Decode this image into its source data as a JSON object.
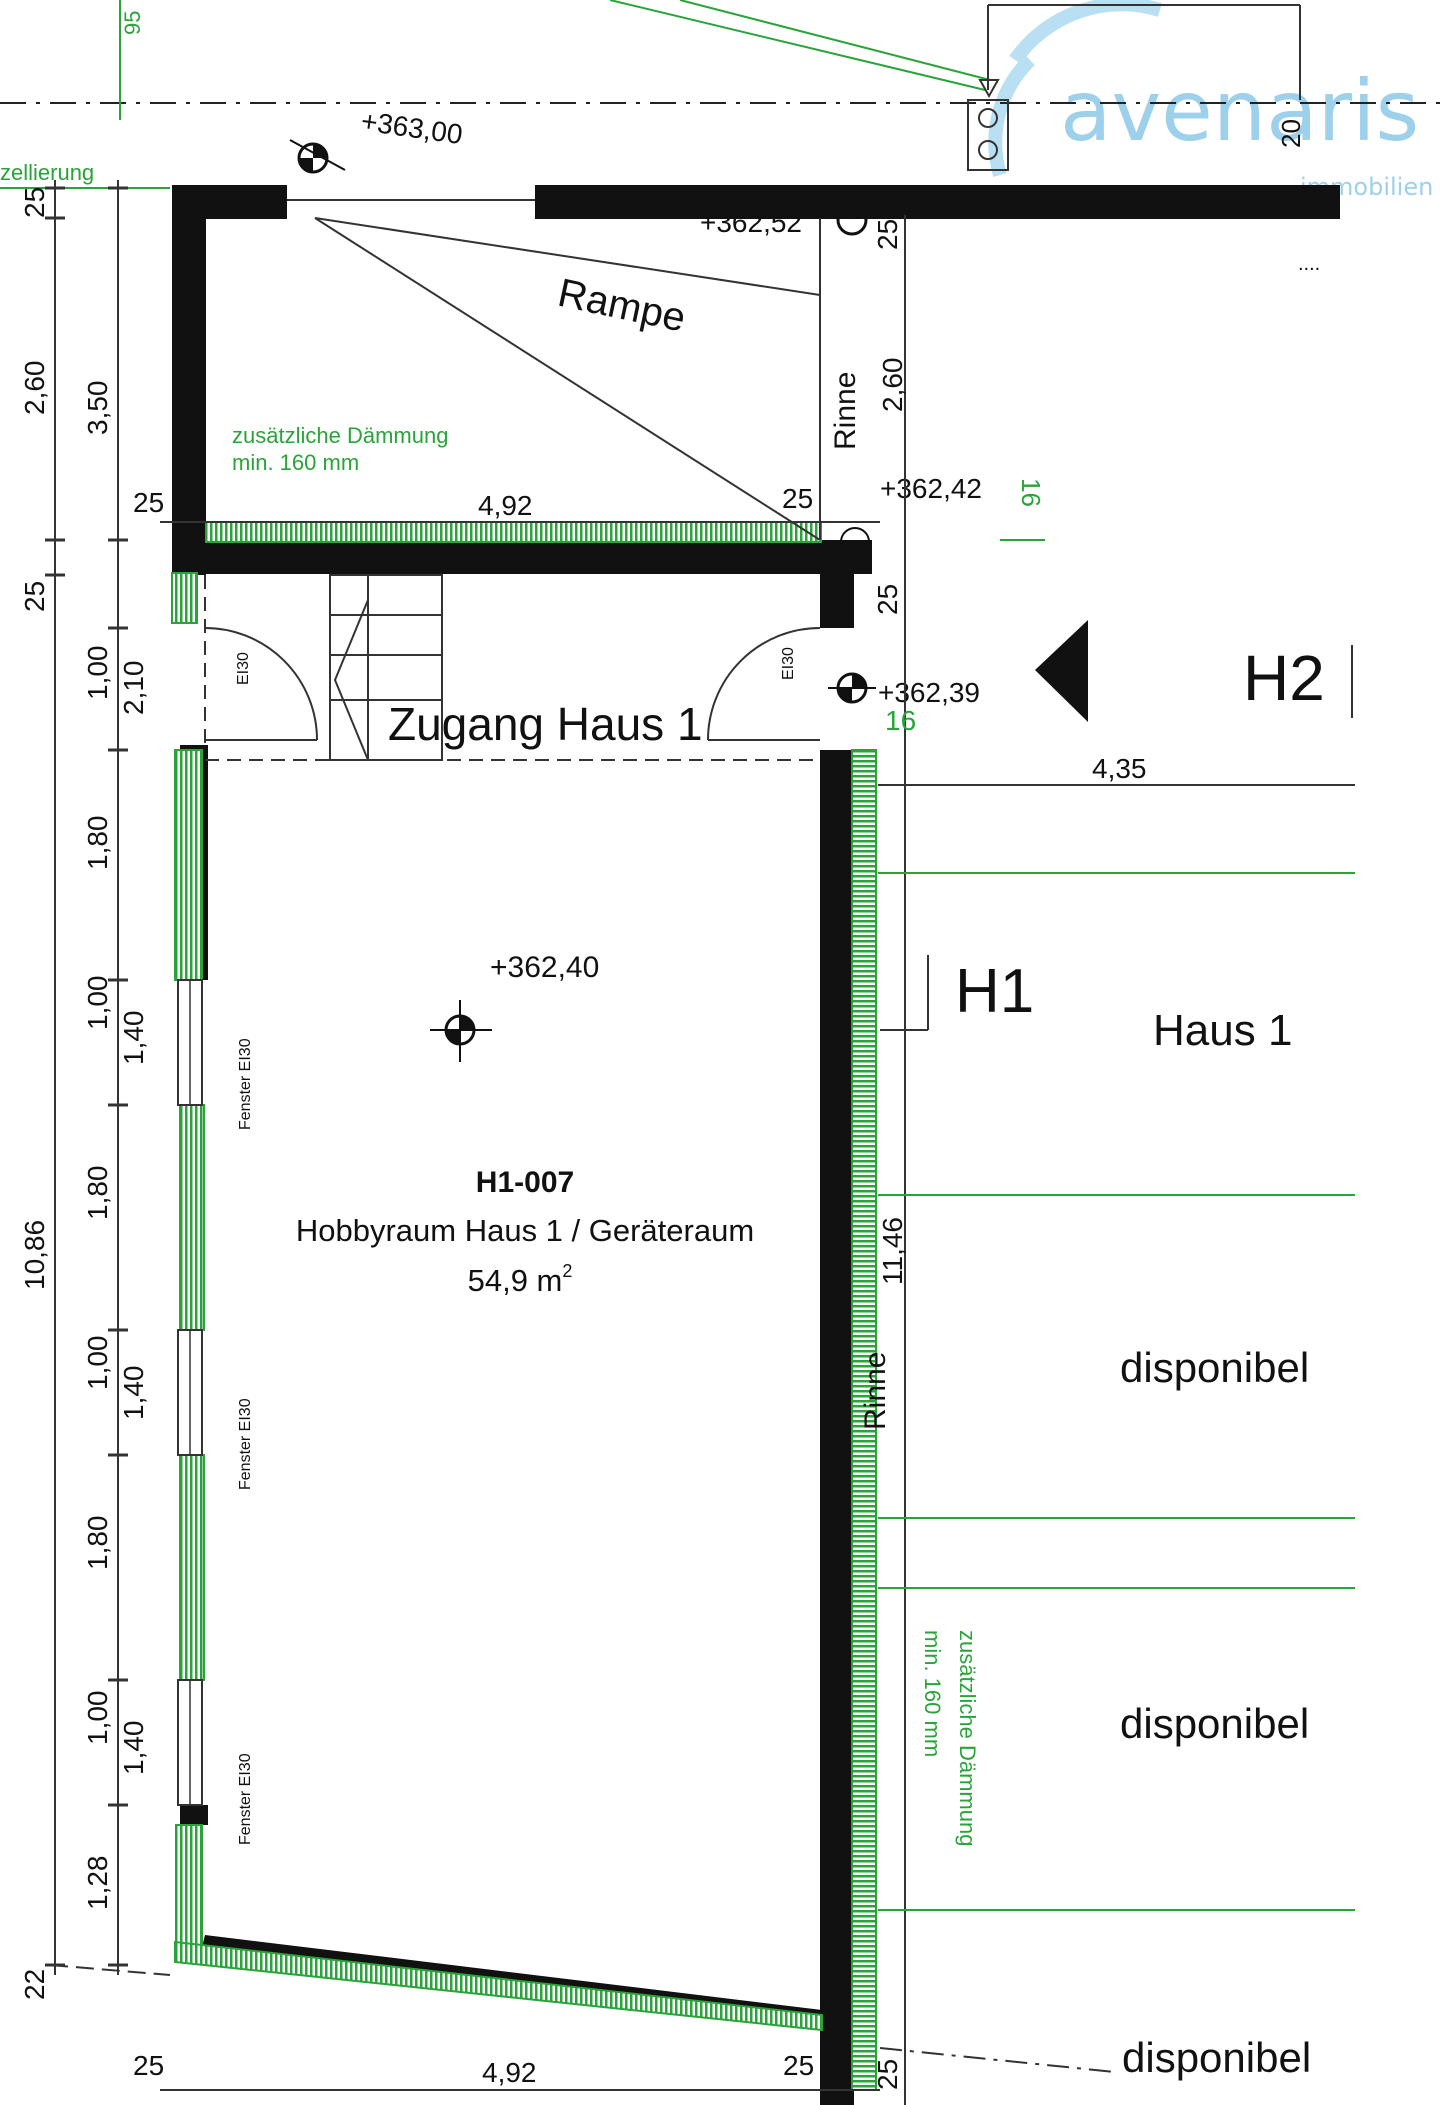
{
  "logo": {
    "name": "avenaris",
    "sub": "immobilien"
  },
  "levels": {
    "top": "+363,00",
    "ramp_top": "+362,52",
    "ramp_bottom": "+362,42",
    "entrance": "+362,39",
    "room": "+362,40"
  },
  "labels": {
    "nivellierung": "zellierung",
    "ramp": "Rampe",
    "insulation_line1": "zusätzliche Dämmung",
    "insulation_line2": "min. 160 mm",
    "gutter": "Rinne",
    "zugang": "Zugang Haus 1",
    "door_rating": "EI30",
    "window_rating": "Fenster EI30",
    "house_label": "Haus 1",
    "available": "disponibel",
    "dots": "...."
  },
  "room": {
    "id": "H1-007",
    "name": "Hobbyraum Haus 1 / Geräteraum",
    "area": "54,9 m",
    "area_exp": "2"
  },
  "houses": {
    "h1": "H1",
    "h2": "H2"
  },
  "dimensions": {
    "top_95": "95",
    "top_20": "20",
    "left_25_top": "25",
    "left_260": "2,60",
    "left_350": "3,50",
    "left_25_mid": "25",
    "left_100_a": "1,00",
    "left_210": "2,10",
    "left_180_a": "1,80",
    "left_100_b": "1,00",
    "left_140_a": "1,40",
    "left_1086": "10,86",
    "left_180_b": "1,80",
    "left_100_c": "1,00",
    "left_140_b": "1,40",
    "left_180_c": "1,80",
    "left_100_d": "1,00",
    "left_140_c": "1,40",
    "left_128": "1,28",
    "left_22": "22",
    "mid_25_left": "25",
    "mid_492": "4,92",
    "mid_25_right": "25",
    "right_25_top": "25",
    "right_260": "2,60",
    "right_16_a": "16",
    "right_25_mid": "25",
    "right_16_b": "16",
    "right_435": "4,35",
    "right_1146": "11,46",
    "bottom_25_left": "25",
    "bottom_492": "4,92",
    "bottom_25_right": "25",
    "bottom_25_corner": "25"
  }
}
